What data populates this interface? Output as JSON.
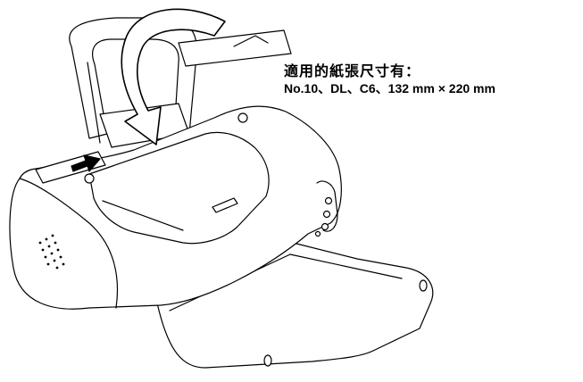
{
  "caption": {
    "title": "適用的紙張尺寸有：",
    "sizes": "No.10、DL、C6、132 mm × 220 mm"
  },
  "icons": [
    "envelope-icon",
    "curved-arrow-icon",
    "push-arrow-icon",
    "printer-illustration"
  ],
  "colors": {
    "line": "#000000",
    "fill": "#ffffff"
  }
}
